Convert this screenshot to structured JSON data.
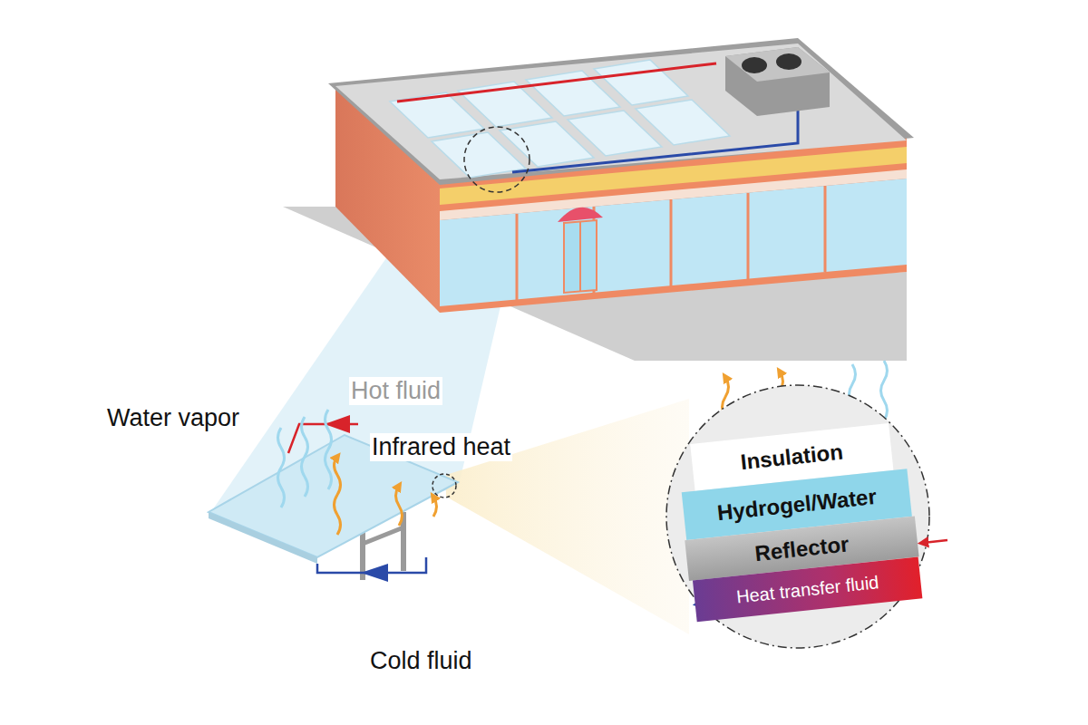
{
  "diagram": {
    "nodes": [
      {
        "text": [
          "Insulation"
        ]
      },
      {
        "text": [
          "Hydrogel/Water"
        ]
      },
      {
        "text": [
          "Reflector"
        ]
      },
      {
        "text": [
          "Heat transfer fluid"
        ]
      }
    ],
    "labels": [
      "Hot fluid",
      "Water vapor",
      "Infrared heat",
      "Cold fluid"
    ]
  }
}
